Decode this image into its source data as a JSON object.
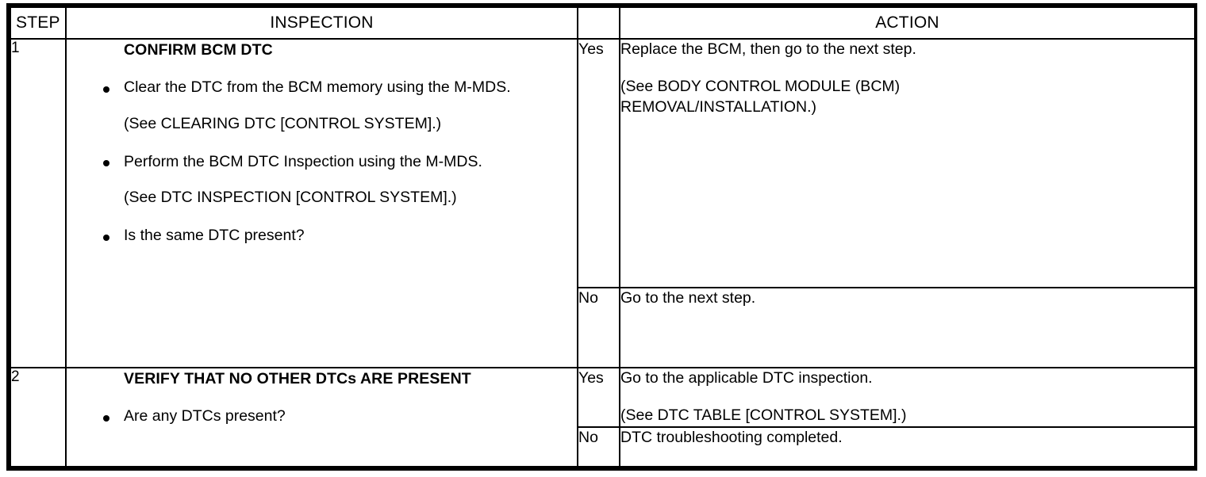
{
  "table": {
    "headers": {
      "step": "STEP",
      "inspection": "INSPECTION",
      "yesno": "",
      "action": "ACTION"
    },
    "rows": [
      {
        "step": "1",
        "inspection": {
          "title": "CONFIRM BCM DTC",
          "bullets": [
            {
              "text": "Clear the DTC from the BCM memory using the M-MDS.",
              "note": "(See CLEARING DTC [CONTROL SYSTEM].)"
            },
            {
              "text": "Perform the BCM DTC Inspection using the M-MDS.",
              "note": "(See DTC INSPECTION [CONTROL SYSTEM].)"
            },
            {
              "text": "Is the same DTC present?",
              "note": ""
            }
          ]
        },
        "outcomes": [
          {
            "label": "Yes",
            "lines": [
              "Replace the BCM, then go to the next step.",
              "(See BODY CONTROL MODULE (BCM)",
              "REMOVAL/INSTALLATION.)"
            ]
          },
          {
            "label": "No",
            "lines": [
              "Go to the next step."
            ]
          }
        ]
      },
      {
        "step": "2",
        "inspection": {
          "title": "VERIFY THAT NO OTHER DTCs ARE PRESENT",
          "bullets": [
            {
              "text": "Are any DTCs present?",
              "note": ""
            }
          ]
        },
        "outcomes": [
          {
            "label": "Yes",
            "lines": [
              "Go to the applicable DTC inspection.",
              "(See DTC TABLE [CONTROL SYSTEM].)"
            ]
          },
          {
            "label": "No",
            "lines": [
              "DTC troubleshooting completed."
            ]
          }
        ]
      }
    ]
  },
  "colors": {
    "ink": "#000000",
    "paper": "#ffffff"
  }
}
